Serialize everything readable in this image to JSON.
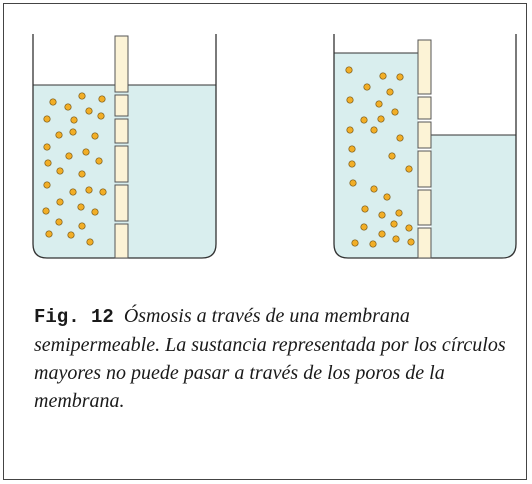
{
  "figure": {
    "label": "Fig. 12",
    "caption": "Ósmosis a través de una membrana semipermeable. La sustancia representada por los círculos mayores no puede pasar a través de los poros de la membrana."
  },
  "colors": {
    "liquid": "#d9eeee",
    "membrane": "#fcf3d6",
    "particle": "#f2ae26",
    "outline": "#333333"
  },
  "icons": {
    "particle": "solute-particle-circle",
    "membrane": "semipermeable-membrane"
  }
}
